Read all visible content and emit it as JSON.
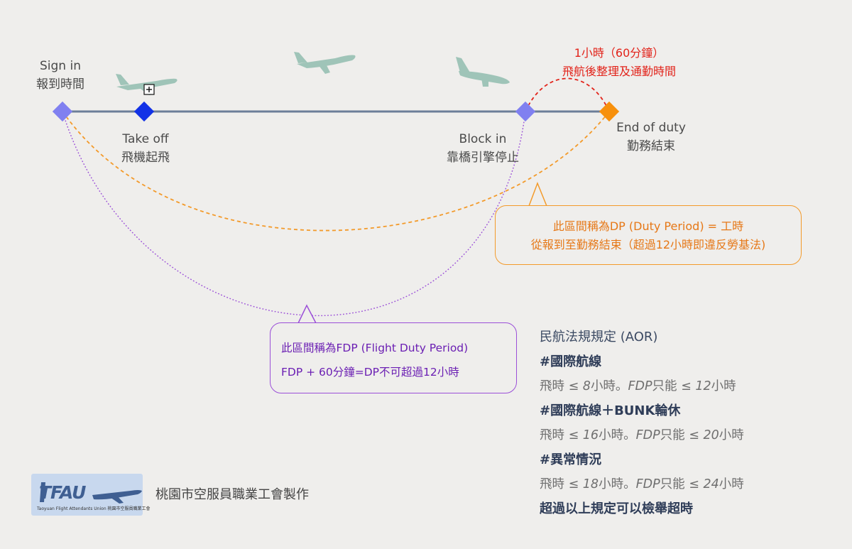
{
  "nodes": {
    "sign_in": {
      "en": "Sign in",
      "zh": "報到時間"
    },
    "take_off": {
      "en": "Take off",
      "zh": "飛機起飛"
    },
    "block_in": {
      "en": "Block in",
      "zh": "靠橋引擎停止"
    },
    "end_of_duty": {
      "en": "End of duty",
      "zh": "勤務結束"
    }
  },
  "post_flight": {
    "line1": "1小時（60分鐘）",
    "line2": "飛航後整理及通勤時間"
  },
  "dp_callout": {
    "line1": "此區間稱為DP (Duty Period) = 工時",
    "line2": "從報到至勤務結束（超過12小時即違反勞基法)"
  },
  "fdp_callout": {
    "line1": "此區間稱為FDP (Flight Duty Period)",
    "line2": "FDP + 60分鐘=DP不可超過12小時"
  },
  "rules": {
    "title": "民航法規規定 (AOR)",
    "intl_head": "#國際航線",
    "intl_a": "飛時 ≤ ",
    "intl_b": "8",
    "intl_c": "小時。",
    "intl_d": "FDP",
    "intl_e": "只能 ≤ ",
    "intl_f": "12",
    "intl_g": "小時",
    "bunk_head": "#國際航線＋BUNK輪休",
    "bunk_a": "飛時 ≤ ",
    "bunk_b": "16",
    "bunk_c": "小時。",
    "bunk_d": "FDP",
    "bunk_e": "只能 ≤ ",
    "bunk_f": "20",
    "bunk_g": "小時",
    "abn_head": "#異常情況",
    "abn_a": "飛時 ≤ ",
    "abn_b": "18",
    "abn_c": "小時。",
    "abn_d": "FDP",
    "abn_e": "只能 ≤ ",
    "abn_f": "24",
    "abn_g": "小時",
    "footer": "超過以上規定可以檢舉超時"
  },
  "logo": {
    "text": "TFAU",
    "subtitle": "Taoyuan Flight Attendants Union 桃園市空服員職業工會"
  },
  "credit": "桃園市空服員職業工會製作",
  "colors": {
    "timeline": "#6c7e99",
    "node_light": "#8080f0",
    "node_dark": "#1232e6",
    "node_end": "#f7900c",
    "dp_dash": "#f39a2a",
    "fdp_dot": "#9b4fd8",
    "post_flight": "#e2231a",
    "plane": "#9fc4b8"
  },
  "icons": [
    "airplane-icon",
    "plus-square-icon"
  ]
}
